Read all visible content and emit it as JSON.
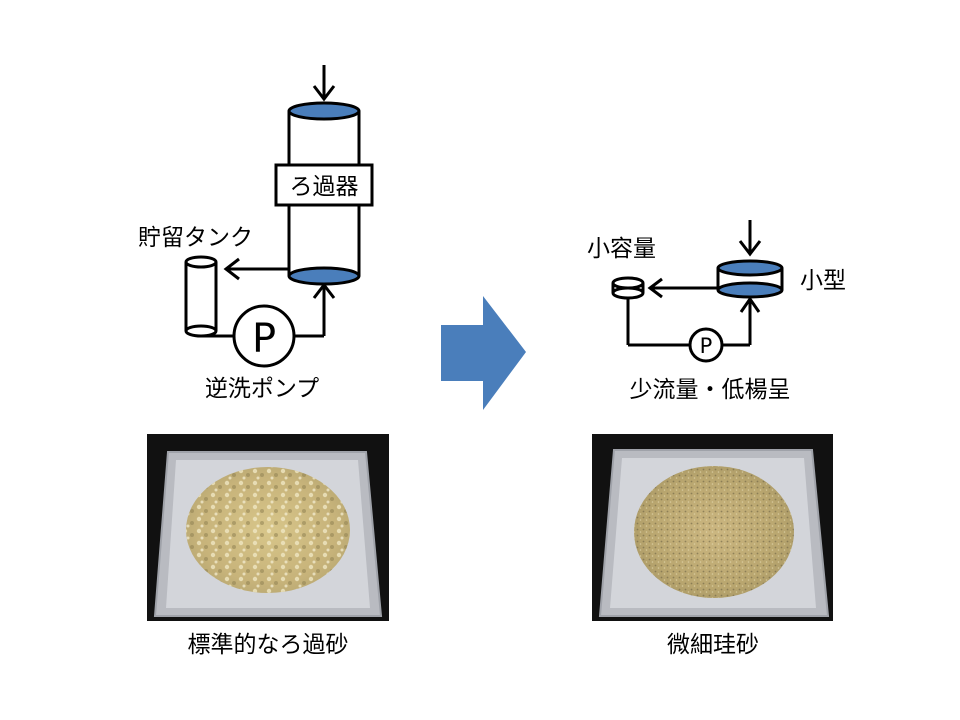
{
  "left": {
    "filter_label": "ろ過器",
    "tank_label": "貯留タンク",
    "pump_symbol": "P",
    "pump_label": "逆洗ポンプ",
    "photo_caption": "標準的なろ過砂"
  },
  "arrow": {
    "icon": "right-arrow-icon",
    "color": "#4a7ebb"
  },
  "right": {
    "tank_label": "小容量",
    "filter_label": "小型",
    "pump_symbol": "P",
    "caption": "少流量・低楊呈",
    "photo_caption": "微細珪砂"
  },
  "colors": {
    "water": "#4a7ebb",
    "line": "#000000",
    "photo_bg": "#111111"
  }
}
